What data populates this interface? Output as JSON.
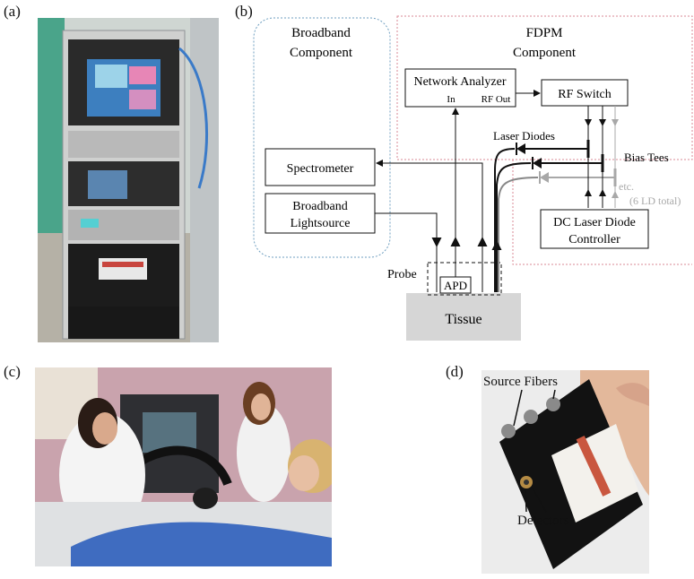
{
  "panels": {
    "a": {
      "label": "(a)"
    },
    "b": {
      "label": "(b)"
    },
    "c": {
      "label": "(c)"
    },
    "d": {
      "label": "(d)"
    }
  },
  "diagram": {
    "broadband_group": {
      "line1": "Broadband",
      "line2": "Component"
    },
    "fdpm_group": {
      "line1": "FDPM",
      "line2": "Component"
    },
    "network_analyzer": {
      "title": "Network Analyzer",
      "port_in": "In",
      "port_rf_out": "RF Out"
    },
    "rf_switch": "RF Switch",
    "laser_diodes": "Laser Diodes",
    "bias_tees": "Bias Tees",
    "etc_line1": "etc.",
    "etc_line2": "(6 LD total)",
    "spectrometer": "Spectrometer",
    "broadband_lightsource": {
      "line1": "Broadband",
      "line2": "Lightsource"
    },
    "dc_controller": {
      "line1": "DC Laser Diode",
      "line2": "Controller"
    },
    "probe": "Probe",
    "apd": "APD",
    "tissue": "Tissue"
  },
  "photo_d": {
    "source_fibers": "Source Fibers",
    "detectors": "Detectors"
  },
  "colors": {
    "broadband_border": "#6f9fc0",
    "fdpm_border": "#d98a96",
    "tissue_fill": "#d6d6d6",
    "gray_path": "#a8a8a8"
  }
}
